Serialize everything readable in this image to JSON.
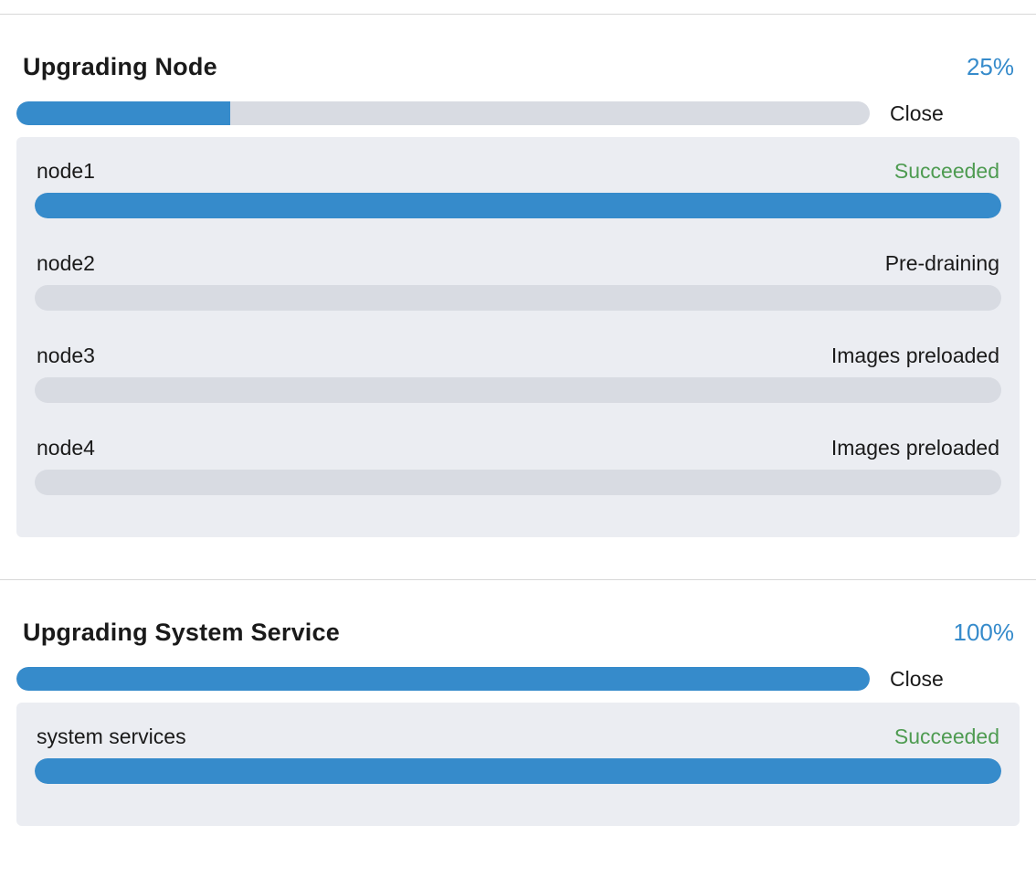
{
  "colors": {
    "accent_blue": "#368bcb",
    "success_green": "#4e9b51",
    "panel_background": "#ebedf2",
    "track_gray": "#d8dbe2",
    "text": "#1a1a1a"
  },
  "sections": [
    {
      "title": "Upgrading Node",
      "percent_label": "25%",
      "percent": 25,
      "close_label": "Close",
      "items": [
        {
          "name": "node1",
          "status": "Succeeded",
          "status_type": "success",
          "progress": 100
        },
        {
          "name": "node2",
          "status": "Pre-draining",
          "status_type": "normal",
          "progress": 0
        },
        {
          "name": "node3",
          "status": "Images preloaded",
          "status_type": "normal",
          "progress": 0
        },
        {
          "name": "node4",
          "status": "Images preloaded",
          "status_type": "normal",
          "progress": 0
        }
      ]
    },
    {
      "title": "Upgrading System Service",
      "percent_label": "100%",
      "percent": 100,
      "close_label": "Close",
      "items": [
        {
          "name": "system services",
          "status": "Succeeded",
          "status_type": "success",
          "progress": 100
        }
      ]
    }
  ]
}
